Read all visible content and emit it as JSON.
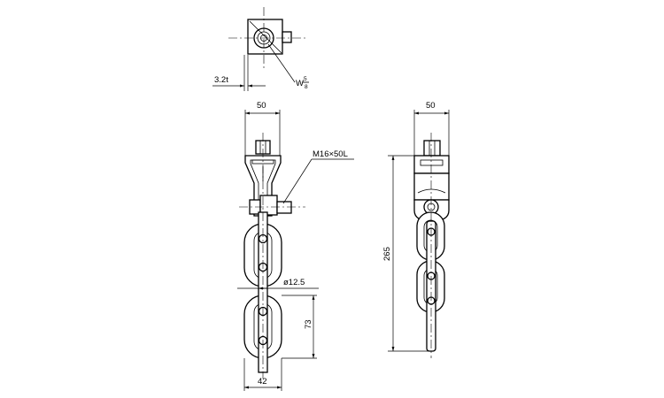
{
  "title": "",
  "views": {
    "top": {
      "thickness_label": "3.2t",
      "bolt_label_main": "W",
      "bolt_label_num": "5",
      "bolt_label_den": "8"
    },
    "front": {
      "width_label": "50",
      "bolt_spec_label": "M16×50L",
      "rod_dia_label": "ø12.5",
      "link_length_label": "73",
      "link_width_label": "42"
    },
    "side": {
      "width_label": "50",
      "total_length_label": "265"
    }
  }
}
